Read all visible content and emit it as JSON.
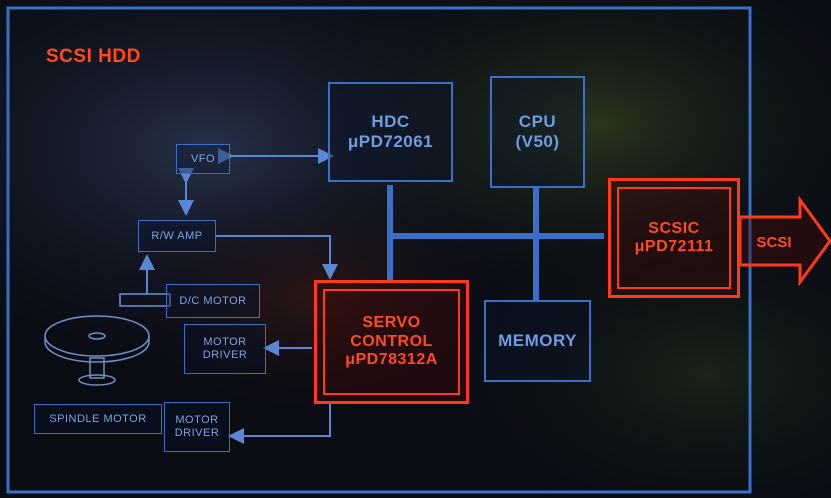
{
  "title": "SCSI HDD",
  "blocks": {
    "hdc": [
      "HDC",
      "μPD72061"
    ],
    "cpu": [
      "CPU",
      "(V50)"
    ],
    "scsic": [
      "SCSIC",
      "μPD72111"
    ],
    "servo": [
      "SERVO",
      "CONTROL",
      "μPD78312A"
    ],
    "memory": "MEMORY",
    "vfo": "VFO",
    "rw_amp": "R/W AMP",
    "dc_motor": "D/C MOTOR",
    "motor_driver_1": [
      "MOTOR",
      "DRIVER"
    ],
    "spindle_motor": "SPINDLE MOTOR",
    "motor_driver_2": [
      "MOTOR",
      "DRIVER"
    ]
  },
  "interface_arrow": "SCSI",
  "colors": {
    "highlight": "#ff3a1a",
    "outline": "#3a6fc8",
    "background": "#0a0c14"
  }
}
